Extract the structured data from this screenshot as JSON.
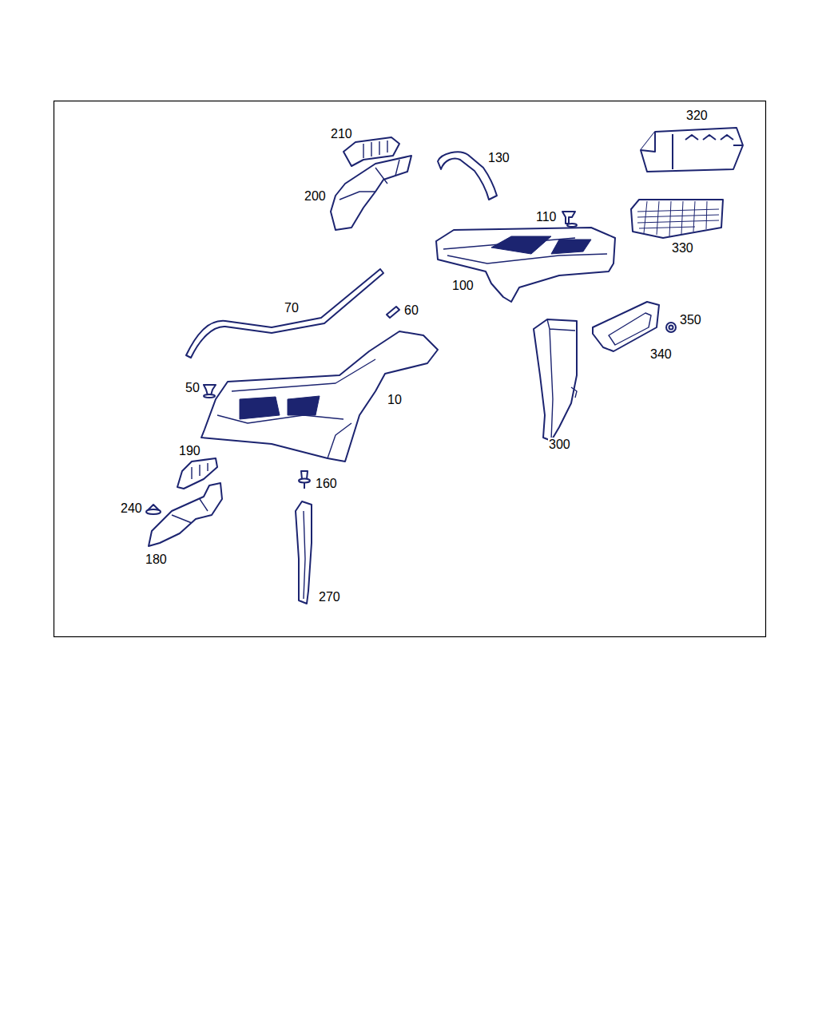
{
  "diagram": {
    "labels": [
      "320",
      "210",
      "130",
      "200",
      "110",
      "330",
      "100",
      "70",
      "60",
      "350",
      "340",
      "50",
      "10",
      "300",
      "190",
      "160",
      "240",
      "180",
      "270"
    ]
  }
}
